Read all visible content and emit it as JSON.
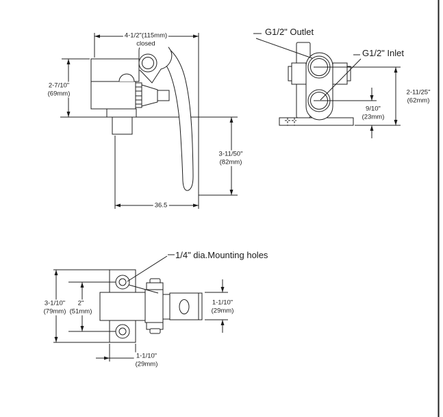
{
  "drawing": {
    "line_color": "#1c1c1c",
    "border_color": "#222222",
    "side_view": {
      "dim_overall": {
        "line1": "4-1/2\"(115mm)",
        "line2": "closed"
      },
      "dim_body_height": {
        "line1": "2-7/10\"",
        "line2": "(69mm)"
      },
      "dim_lever_drop": {
        "line1": "3-11/50\"",
        "line2": "(82mm)"
      },
      "dim_reach": "36.5"
    },
    "front_view": {
      "outlet_label": "G1/2\" Outlet",
      "inlet_label": "G1/2\" Inlet",
      "dim_outlet_height": {
        "line1": "2-11/25\"",
        "line2": "(62mm)"
      },
      "dim_inlet_height": {
        "line1": "9/10\"",
        "line2": "(23mm)"
      }
    },
    "top_view": {
      "mounting_holes_label": "1/4\" dia.Mounting holes",
      "dim_plate_height": {
        "line1": "3-1/10\"",
        "line2": "(79mm)"
      },
      "dim_hole_spacing": {
        "line1": "2\"",
        "line2": "(51mm)"
      },
      "dim_body_width": {
        "line1": "1-1/10\"",
        "line2": "(29mm)"
      },
      "dim_plate_width": {
        "line1": "1-1/10\"",
        "line2": "(29mm)"
      }
    }
  }
}
